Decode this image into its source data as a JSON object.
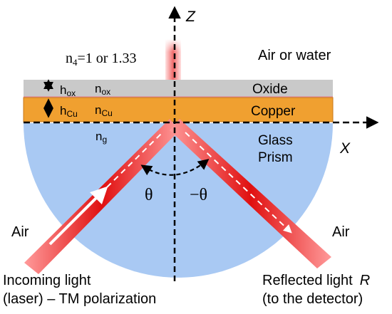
{
  "colors": {
    "glass": "#a9c9f3",
    "oxide": "#c9c9c9",
    "copper": "#f0a030",
    "copper_border": "#c8781a",
    "beam_core": "#e01010",
    "beam_glow": "#ff7070",
    "axis": "#000000"
  },
  "axes": {
    "z_label": "Z",
    "x_label": "X"
  },
  "layers": {
    "oxide": {
      "thickness_label": "h",
      "thickness_sub": "ox",
      "index_label": "n",
      "index_sub": "ox",
      "name": "Oxide"
    },
    "copper": {
      "thickness_label": "h",
      "thickness_sub": "Cu",
      "index_label": "n",
      "index_sub": "Cu",
      "name": "Copper"
    }
  },
  "top_medium": {
    "index_label": "n",
    "index_sub": "4",
    "index_value": "=1 or 1.33",
    "name": "Air or water"
  },
  "prism": {
    "index_label": "n",
    "index_sub": "g",
    "name_line1": "Glass",
    "name_line2": "Prism"
  },
  "angles": {
    "incidence": "θ",
    "reflection": "−θ"
  },
  "outside_labels": {
    "left": "Air",
    "right": "Air"
  },
  "captions": {
    "incoming_line1": "Incoming light",
    "incoming_line2": "(laser) – TM polarization",
    "reflected_line1": "Reflected light",
    "reflected_symbol": "R",
    "reflected_line2": "(to the detector)"
  }
}
